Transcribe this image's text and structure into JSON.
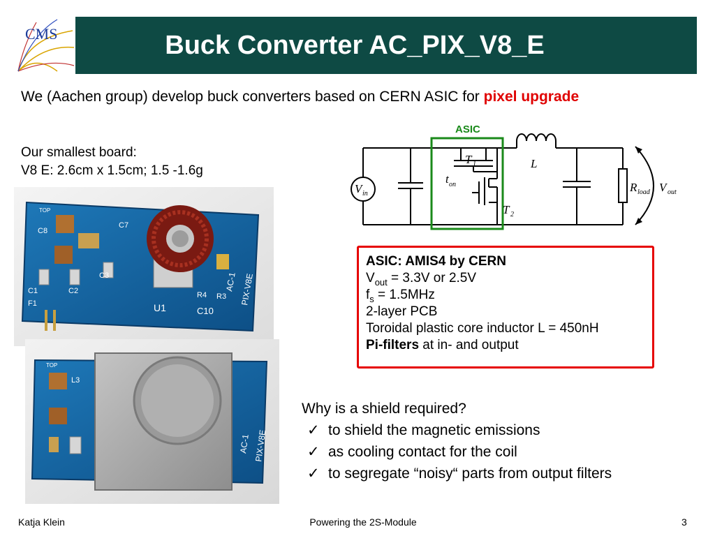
{
  "slide": {
    "logo_text": "CMS",
    "title": "Buck Converter AC_PIX_V8_E",
    "intro_text": "We (Aachen group) develop buck converters based on CERN ASIC for ",
    "intro_highlight": "pixel upgrade",
    "board_line1": "Our smallest board:",
    "board_line2": "V8 E: 2.6cm x 1.5cm; 1.5 -1.6g"
  },
  "circuit": {
    "asic_label": "ASIC",
    "vin": "V",
    "vin_sub": "in",
    "t1": "T",
    "t1_sub": "1",
    "t2": "T",
    "t2_sub": "2",
    "ton": "t",
    "ton_sub": "on",
    "inductor": "L",
    "rload": "R",
    "rload_sub": "load",
    "vout": "V",
    "vout_sub": "out"
  },
  "photo1": {
    "labels": [
      "TOP",
      "C8",
      "C7",
      "C3",
      "C2",
      "C1",
      "F1",
      "U1",
      "R4",
      "R3",
      "C10",
      "AC-1",
      "PIX-V8E"
    ]
  },
  "photo2": {
    "labels": [
      "TOP",
      "L3",
      "AC-1",
      "PIX-V8E"
    ]
  },
  "asic_box": {
    "heading": "ASIC: AMIS4 by CERN",
    "vout_prefix": "V",
    "vout_sub": "out",
    "vout_value": " = 3.3V or 2.5V",
    "fs_prefix": "f",
    "fs_sub": "s",
    "fs_value": " = 1.5MHz",
    "pcb": "2-layer PCB",
    "inductor": "Toroidal plastic core inductor L = 450nH",
    "pifilters_bold": "Pi-filters",
    "pifilters_rest": " at in- and output"
  },
  "why": {
    "question": "Why is a shield required?",
    "check": "✓",
    "items": [
      "to shield the magnetic emissions",
      "as cooling contact for the coil",
      "to segregate “noisy“ parts from output filters"
    ]
  },
  "footer": {
    "author": "Katja Klein",
    "talk": "Powering the 2S-Module",
    "page": "3"
  }
}
